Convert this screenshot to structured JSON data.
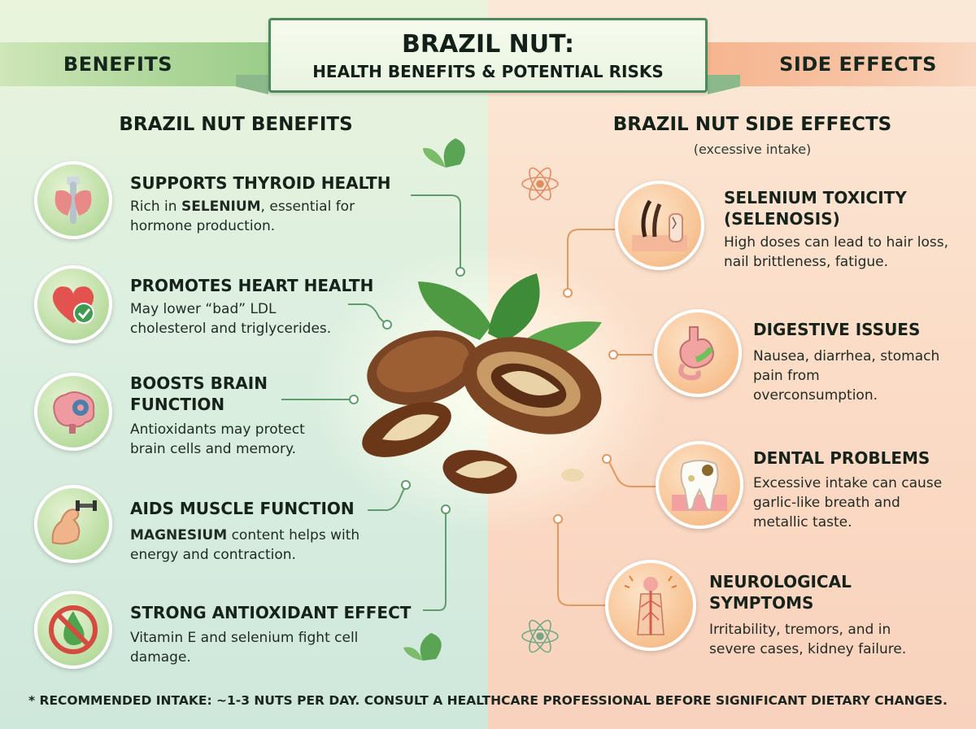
{
  "title": {
    "main": "BRAZIL NUT:",
    "sub": "HEALTH BENEFITS & POTENTIAL RISKS"
  },
  "ribbons": {
    "left": "BENEFITS",
    "right": "SIDE EFFECTS"
  },
  "colors": {
    "benefit_accent": "#4c8a5a",
    "risk_accent": "#e0905a"
  },
  "benefits": {
    "heading": "BRAZIL NUT BENEFITS",
    "items": [
      {
        "icon": "thyroid-icon",
        "title": "SUPPORTS THYROID HEALTH",
        "desc_pre": "Rich in ",
        "desc_bold": "SELENIUM",
        "desc_post": ", essential for hormone production."
      },
      {
        "icon": "heart-check-icon",
        "title": "PROMOTES HEART HEALTH",
        "desc_pre": "May lower “bad” LDL cholesterol and triglycerides.",
        "desc_bold": "",
        "desc_post": ""
      },
      {
        "icon": "brain-gear-icon",
        "title": "BOOSTS BRAIN FUNCTION",
        "desc_pre": "Antioxidants may protect brain cells and memory.",
        "desc_bold": "",
        "desc_post": ""
      },
      {
        "icon": "flexed-arm-dumbbell-icon",
        "title": "AIDS MUSCLE FUNCTION",
        "desc_pre": "",
        "desc_bold": "MAGNESIUM",
        "desc_post": " content helps with energy and contraction."
      },
      {
        "icon": "no-drop-antioxidant-icon",
        "title": "STRONG ANTIOXIDANT EFFECT",
        "desc_pre": "Vitamin E and selenium fight cell damage.",
        "desc_bold": "",
        "desc_post": ""
      }
    ]
  },
  "side_effects": {
    "heading": "BRAZIL NUT SIDE EFFECTS",
    "subheading": "(excessive intake)",
    "items": [
      {
        "icon": "hair-nail-icon",
        "title": "SELENIUM TOXICITY (SELENOSIS)",
        "desc": "High doses can lead to hair loss, nail brittleness, fatigue."
      },
      {
        "icon": "stomach-icon",
        "title": "DIGESTIVE ISSUES",
        "desc": "Nausea, diarrhea, stomach pain from overconsumption."
      },
      {
        "icon": "damaged-tooth-icon",
        "title": "DENTAL PROBLEMS",
        "desc": "Excessive intake can cause garlic-like breath and metallic taste."
      },
      {
        "icon": "nervous-system-icon",
        "title": "NEUROLOGICAL SYMPTOMS",
        "desc": "Irritability, tremors, and in severe cases, kidney failure."
      }
    ]
  },
  "footer": "* RECOMMENDED INTAKE: ~1-3 NUTS PER DAY. CONSULT A HEALTHCARE PROFESSIONAL BEFORE SIGNIFICANT DIETARY CHANGES."
}
